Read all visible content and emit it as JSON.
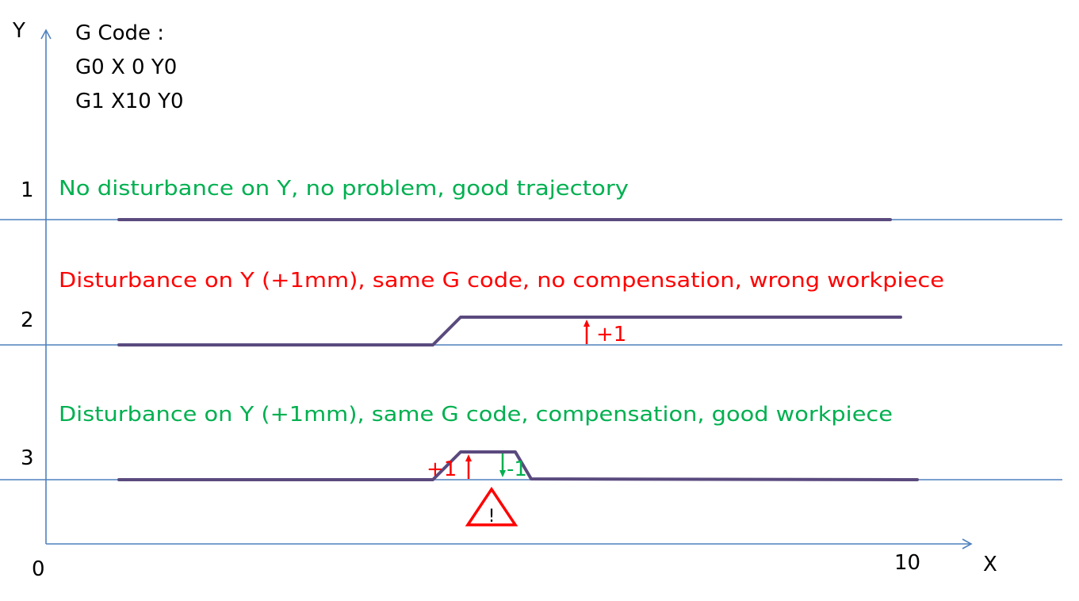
{
  "axes": {
    "y_label": "Y",
    "x_label": "X",
    "origin_label": "0",
    "x_end_label": "10"
  },
  "gcode": {
    "title": "G Code :",
    "lines": [
      "G0 X 0 Y0",
      "G1 X10 Y0"
    ]
  },
  "scenarios": [
    {
      "number": "1",
      "caption": "No disturbance on Y, no problem, good trajectory",
      "caption_color": "#00b050"
    },
    {
      "number": "2",
      "caption": "Disturbance on Y (+1mm), same G code, no compensation, wrong workpiece",
      "caption_color": "#ff0000",
      "markers": [
        {
          "label": "+1",
          "color": "#ff0000"
        }
      ]
    },
    {
      "number": "3",
      "caption": "Disturbance on Y (+1mm), same G code, compensation, good workpiece",
      "caption_color": "#00b050",
      "markers": [
        {
          "label": "+1",
          "color": "#ff0000"
        },
        {
          "label": "-1",
          "color": "#00b050"
        }
      ],
      "warning_symbol": "!"
    }
  ],
  "colors": {
    "axis": "#4f81bd",
    "trajectory": "#5a4a7e",
    "warning": "#ff0000"
  }
}
